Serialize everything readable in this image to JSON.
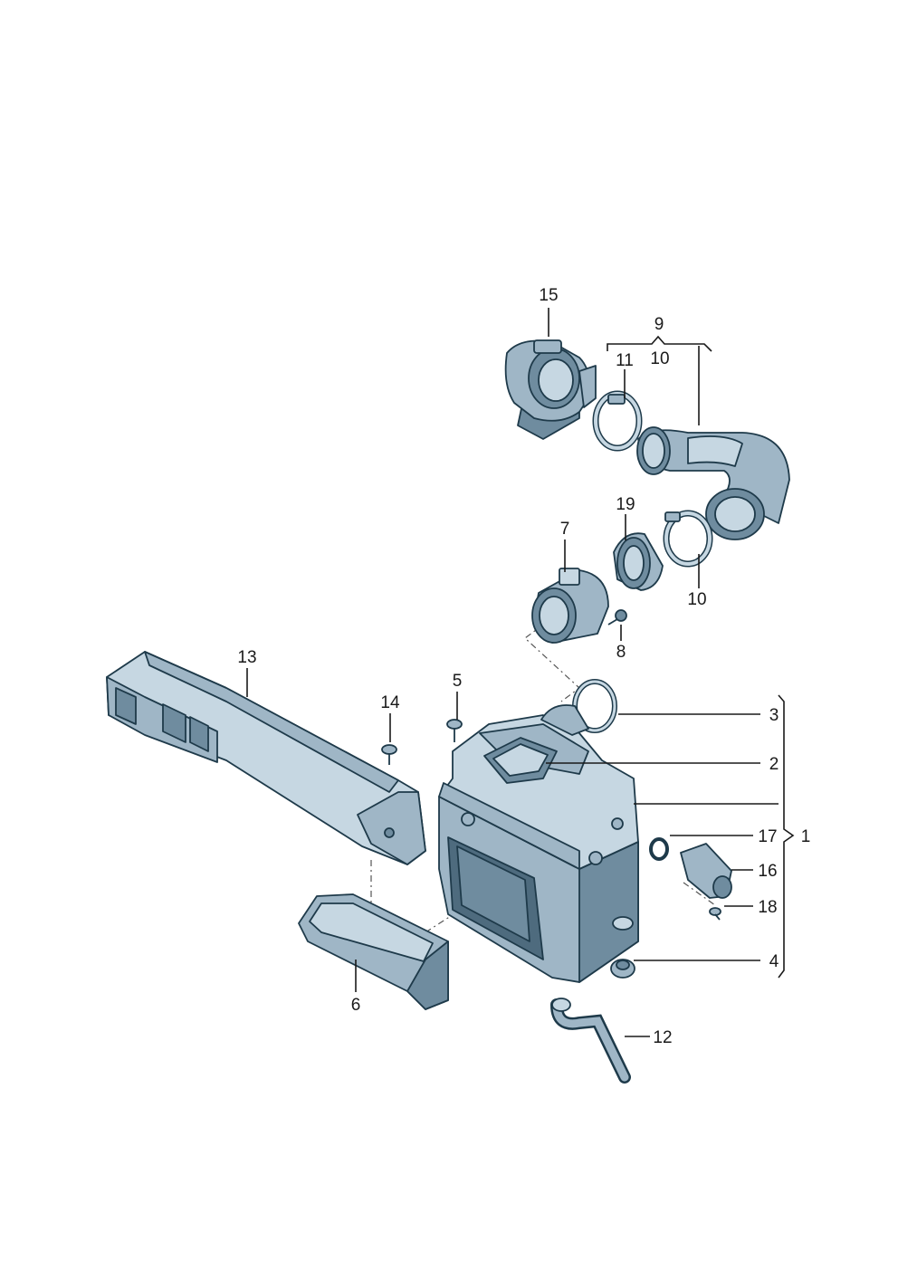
{
  "colors": {
    "part_light": "#c6d7e2",
    "part_mid": "#9fb6c6",
    "part_dark": "#6f8c9f",
    "line": "#1a1a1a"
  },
  "callouts": {
    "p1": "1",
    "p2": "2",
    "p3": "3",
    "p4": "4",
    "p5": "5",
    "p6": "6",
    "p7": "7",
    "p8": "8",
    "p9": "9",
    "p10a": "10",
    "p10b": "10",
    "p11": "11",
    "p12": "12",
    "p13": "13",
    "p14": "14",
    "p15": "15",
    "p16": "16",
    "p17": "17",
    "p18": "18",
    "p19": "19"
  }
}
